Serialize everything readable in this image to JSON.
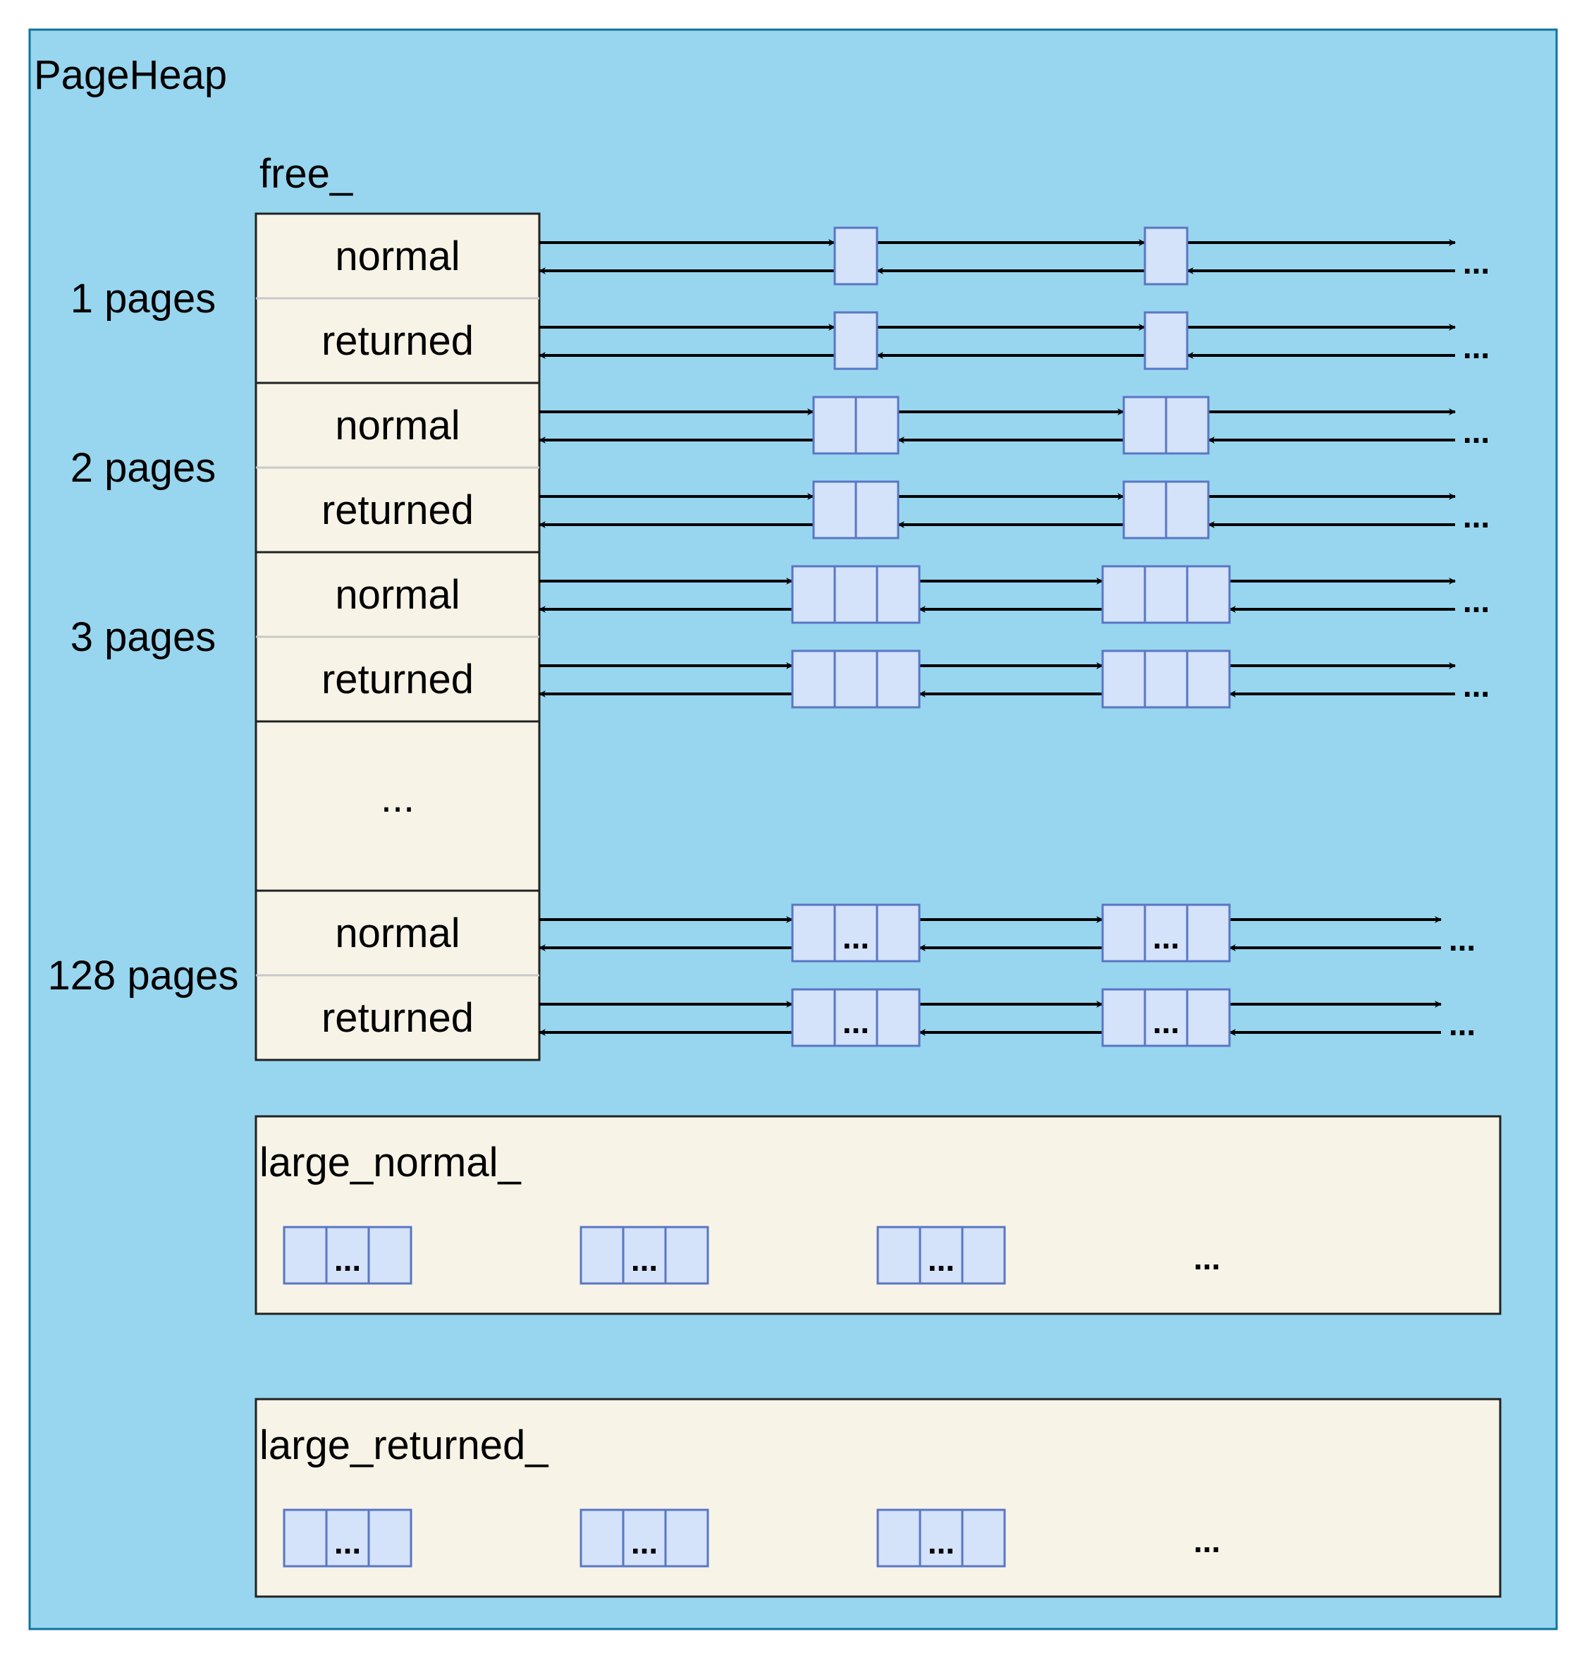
{
  "title": "PageHeap",
  "free_label": "free_",
  "rows": [
    {
      "group": "1 pages",
      "label": "normal",
      "blocks": 1,
      "middle": ""
    },
    {
      "group": "",
      "label": "returned",
      "blocks": 1,
      "middle": ""
    },
    {
      "group": "2 pages",
      "label": "normal",
      "blocks": 2,
      "middle": ""
    },
    {
      "group": "",
      "label": "returned",
      "blocks": 2,
      "middle": ""
    },
    {
      "group": "3 pages",
      "label": "normal",
      "blocks": 3,
      "middle": ""
    },
    {
      "group": "",
      "label": "returned",
      "blocks": 3,
      "middle": ""
    },
    {
      "group": "",
      "label": "...",
      "blocks": 0,
      "middle": ""
    },
    {
      "group": "128 pages",
      "label": "normal",
      "blocks": 3,
      "middle": "..."
    },
    {
      "group": "",
      "label": "returned",
      "blocks": 3,
      "middle": "..."
    }
  ],
  "chain_end": "...",
  "large_lists": [
    {
      "label": "large_normal_",
      "middle": "...",
      "trailing": "..."
    },
    {
      "label": "large_returned_",
      "middle": "...",
      "trailing": "..."
    }
  ],
  "colors": {
    "background": "#98d6ef",
    "border": "#10739e",
    "table_fill": "#f7f4e7",
    "table_border": "#222222",
    "row_divider": "#c8c8c8",
    "page_fill": "#d4e2fa",
    "page_border": "#5a76c4",
    "arrow": "#000000"
  }
}
